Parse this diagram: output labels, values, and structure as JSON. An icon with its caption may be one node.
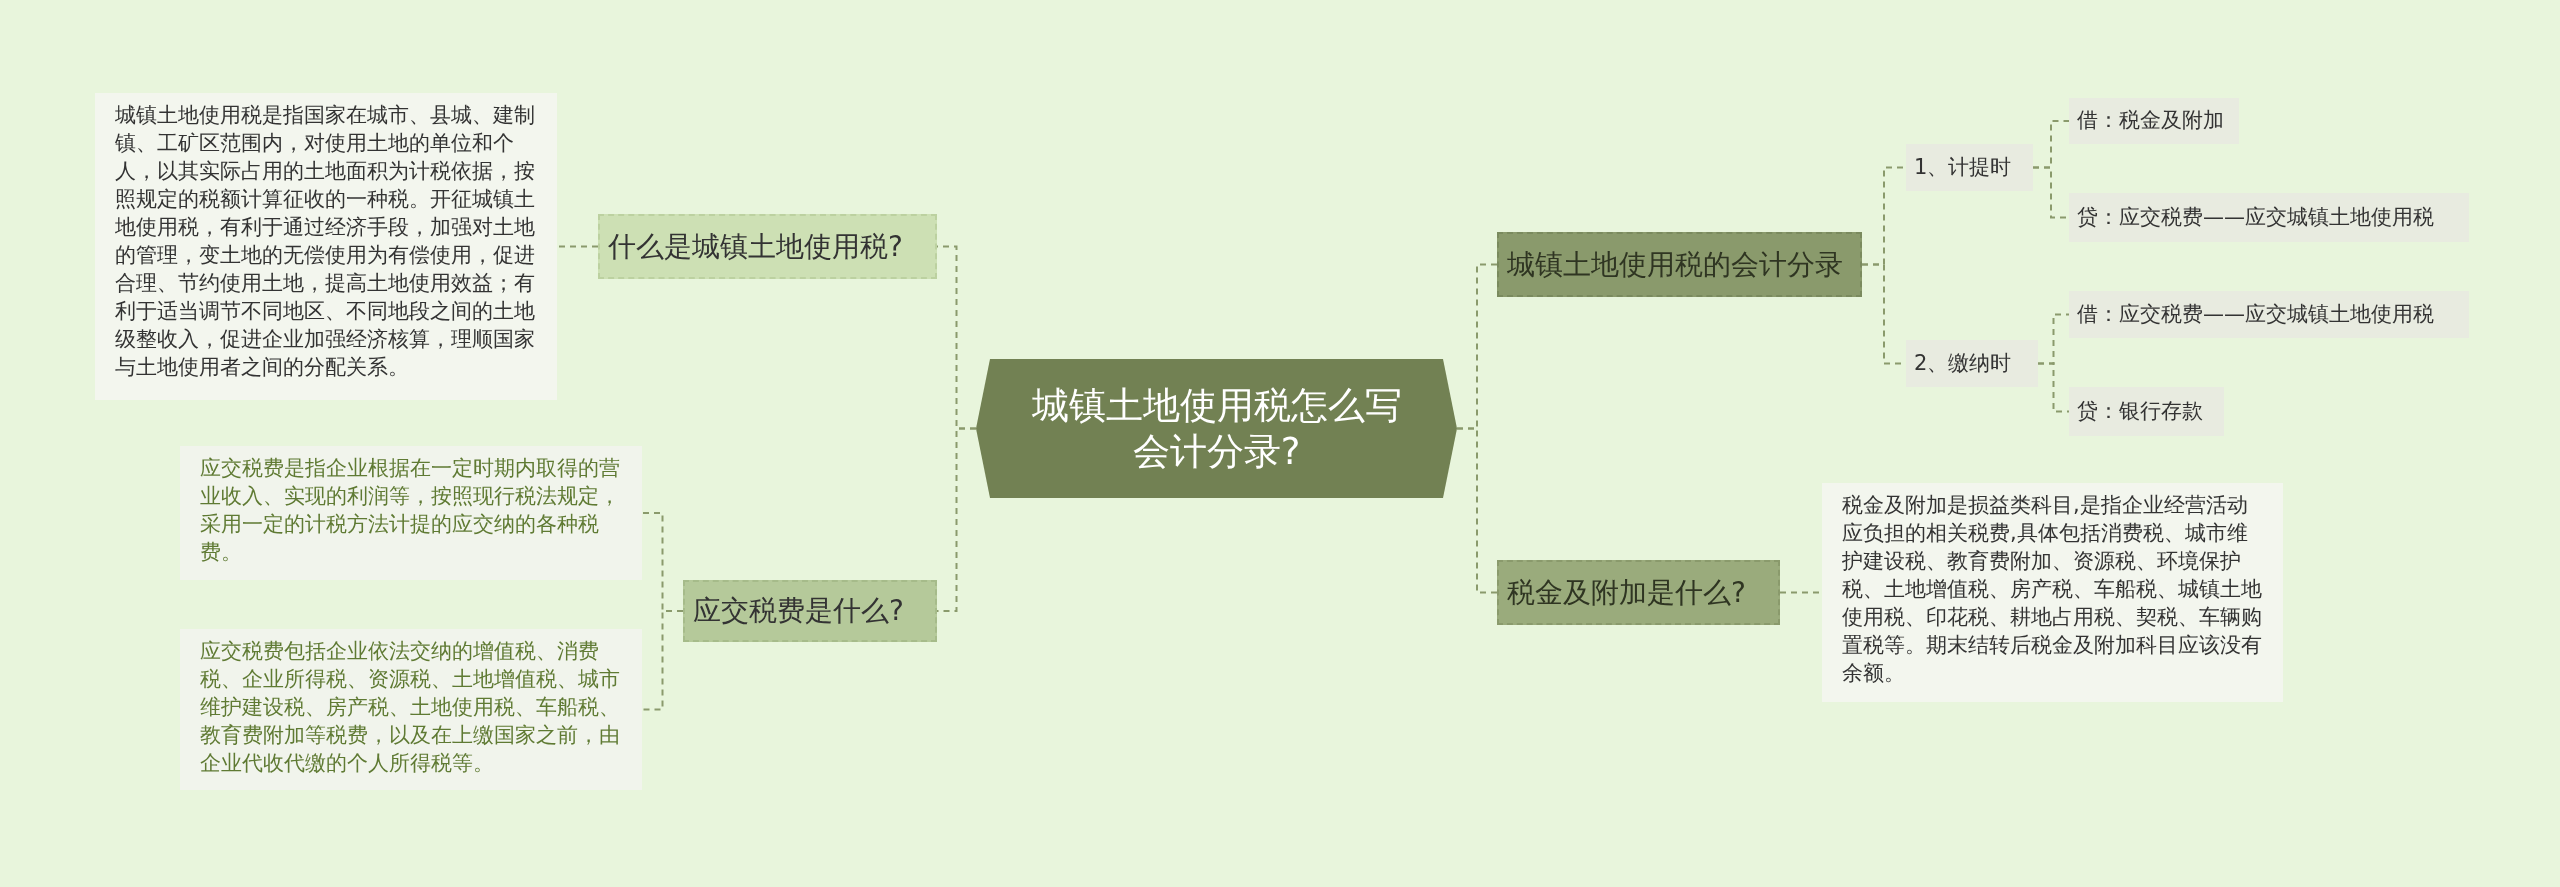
{
  "diagram": {
    "nodes": [
      {
        "text": [
          "城镇土地使用税怎么写会计分录?"
        ]
      },
      {
        "text": [
          "什么是城镇土地使用税?"
        ]
      },
      {
        "text": [
          "城镇土地使用税是指国家在城市、县城、建制镇、工矿区范围内，对使用土地的单位和个人，以其实际占用的土地面积为计税依据，按照规定的税额计算征收的一种税。开征城镇土地使用税，有利于通过经济手段，加强对土地的管理，变土地的无偿使用为有偿使用，促进合理、节约使用土地，提高土地使用效益；有利于适当调节不同地区、不同地段之间的土地级整收入，促进企业加强经济核算，理顺国家与土地使用者之间的分配关系。"
        ]
      },
      {
        "text": [
          "应交税费是什么?"
        ]
      },
      {
        "text": [
          "应交税费是指企业根据在一定时期内取得的营业收入、实现的利润等，按照现行税法规定，采用一定的计税方法计提的应交纳的各种税费。"
        ]
      },
      {
        "text": [
          "应交税费包括企业依法交纳的增值税、消费税、企业所得税、资源税、土地增值税、城市维护建设税、房产税、土地使用税、车船税、教育费附加等税费，以及在上缴国家之前，由企业代收代缴的个人所得税等。"
        ]
      },
      {
        "text": [
          "城镇土地使用税的会计分录"
        ]
      },
      {
        "text": [
          "1、计提时"
        ]
      },
      {
        "text": [
          "借：税金及附加"
        ]
      },
      {
        "text": [
          "贷：应交税费——应交城镇土地使用税"
        ]
      },
      {
        "text": [
          "2、缴纳时"
        ]
      },
      {
        "text": [
          "借：应交税费——应交城镇土地使用税"
        ]
      },
      {
        "text": [
          "贷：银行存款"
        ]
      },
      {
        "text": [
          "税金及附加是什么?"
        ]
      },
      {
        "text": [
          "税金及附加是损益类科目,是指企业经营活动应负担的相关税费,具体包括消费税、城市维护建设税、教育费附加、资源税、环境保护税、土地增值税、房产税、车船税、城镇土地使用税、印花税、耕地占用税、契税、车辆购置税等。期末结转后税金及附加科目应该没有余额。"
        ]
      }
    ],
    "edges": [
      {
        "from": 0,
        "to": 1,
        "arrow": "none",
        "style": "dashed"
      },
      {
        "from": 1,
        "to": 2,
        "arrow": "none",
        "style": "dashed"
      },
      {
        "from": 0,
        "to": 3,
        "arrow": "none",
        "style": "dashed"
      },
      {
        "from": 3,
        "to": 4,
        "arrow": "none",
        "style": "dashed"
      },
      {
        "from": 3,
        "to": 5,
        "arrow": "none",
        "style": "dashed"
      },
      {
        "from": 0,
        "to": 6,
        "arrow": "none",
        "style": "dashed"
      },
      {
        "from": 6,
        "to": 7,
        "arrow": "none",
        "style": "dashed"
      },
      {
        "from": 7,
        "to": 8,
        "arrow": "none",
        "style": "dashed"
      },
      {
        "from": 7,
        "to": 9,
        "arrow": "none",
        "style": "dashed"
      },
      {
        "from": 6,
        "to": 10,
        "arrow": "none",
        "style": "dashed"
      },
      {
        "from": 10,
        "to": 11,
        "arrow": "none",
        "style": "dashed"
      },
      {
        "from": 10,
        "to": 12,
        "arrow": "none",
        "style": "dashed"
      },
      {
        "from": 0,
        "to": 13,
        "arrow": "none",
        "style": "dashed"
      },
      {
        "from": 13,
        "to": 14,
        "arrow": "none",
        "style": "dashed"
      }
    ]
  }
}
